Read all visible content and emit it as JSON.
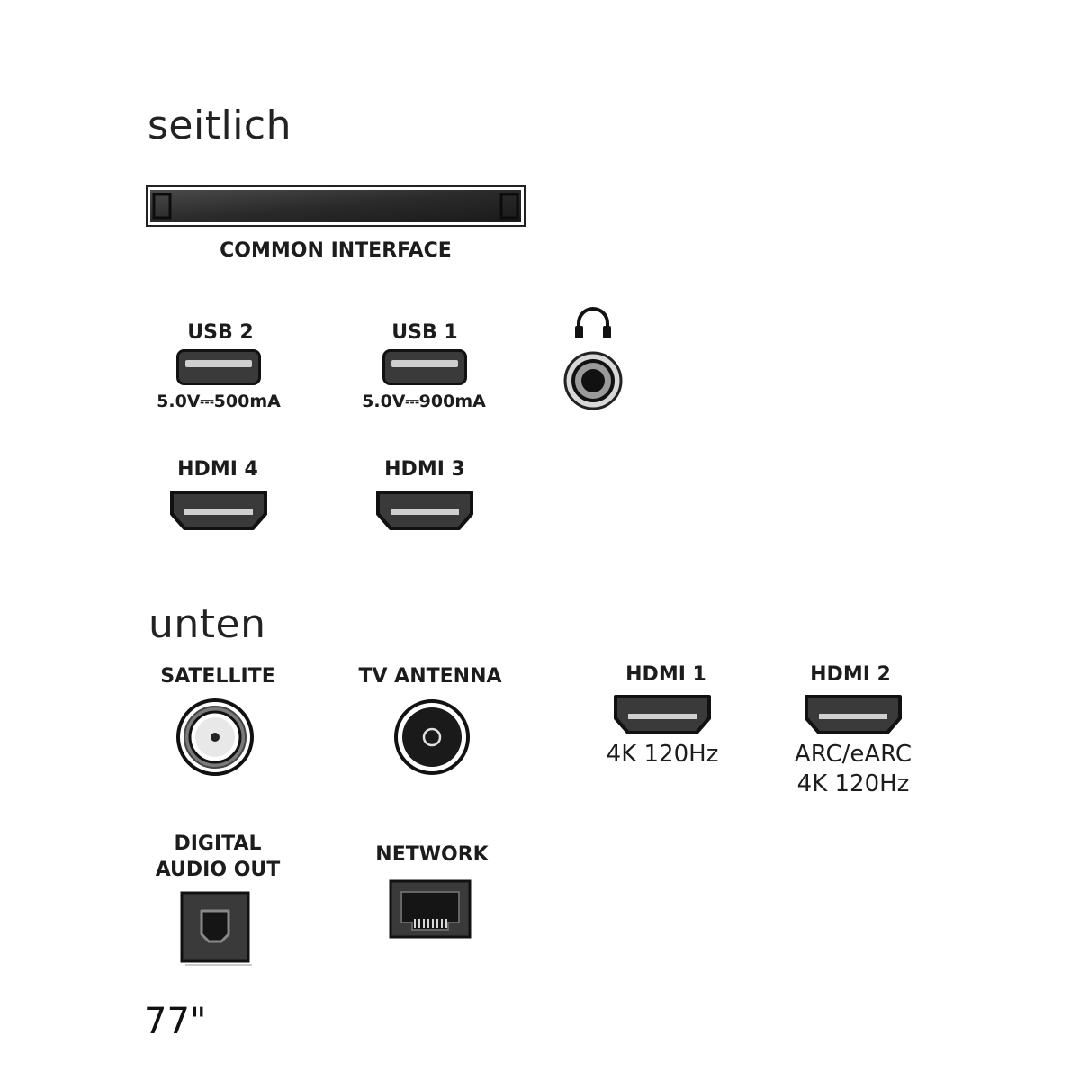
{
  "sections": {
    "side_title": "seitlich",
    "bottom_title": "unten"
  },
  "side": {
    "common_interface": {
      "label": "COMMON INTERFACE",
      "icon": "ci-slot-icon"
    },
    "usb2": {
      "label": "USB 2",
      "rating": "5.0V⎓500mA",
      "icon": "usb-port-icon"
    },
    "usb1": {
      "label": "USB 1",
      "rating": "5.0V⎓900mA",
      "icon": "usb-port-icon"
    },
    "headphone": {
      "icon": "headphone-icon",
      "jack_icon": "headphone-jack-icon"
    },
    "hdmi4": {
      "label": "HDMI 4",
      "icon": "hdmi-port-icon"
    },
    "hdmi3": {
      "label": "HDMI 3",
      "icon": "hdmi-port-icon"
    }
  },
  "bottom": {
    "satellite": {
      "label": "SATELLITE",
      "icon": "satellite-connector-icon"
    },
    "antenna": {
      "label": "TV ANTENNA",
      "icon": "antenna-connector-icon"
    },
    "hdmi1": {
      "label": "HDMI 1",
      "spec": "4K 120Hz",
      "icon": "hdmi-port-icon"
    },
    "hdmi2": {
      "label": "HDMI 2",
      "spec_line1": "ARC/eARC",
      "spec_line2": "4K 120Hz",
      "icon": "hdmi-port-icon"
    },
    "digital_audio": {
      "label_line1": "DIGITAL",
      "label_line2": "AUDIO OUT",
      "icon": "optical-port-icon"
    },
    "network": {
      "label": "NETWORK",
      "icon": "ethernet-port-icon"
    }
  },
  "model": "77\""
}
